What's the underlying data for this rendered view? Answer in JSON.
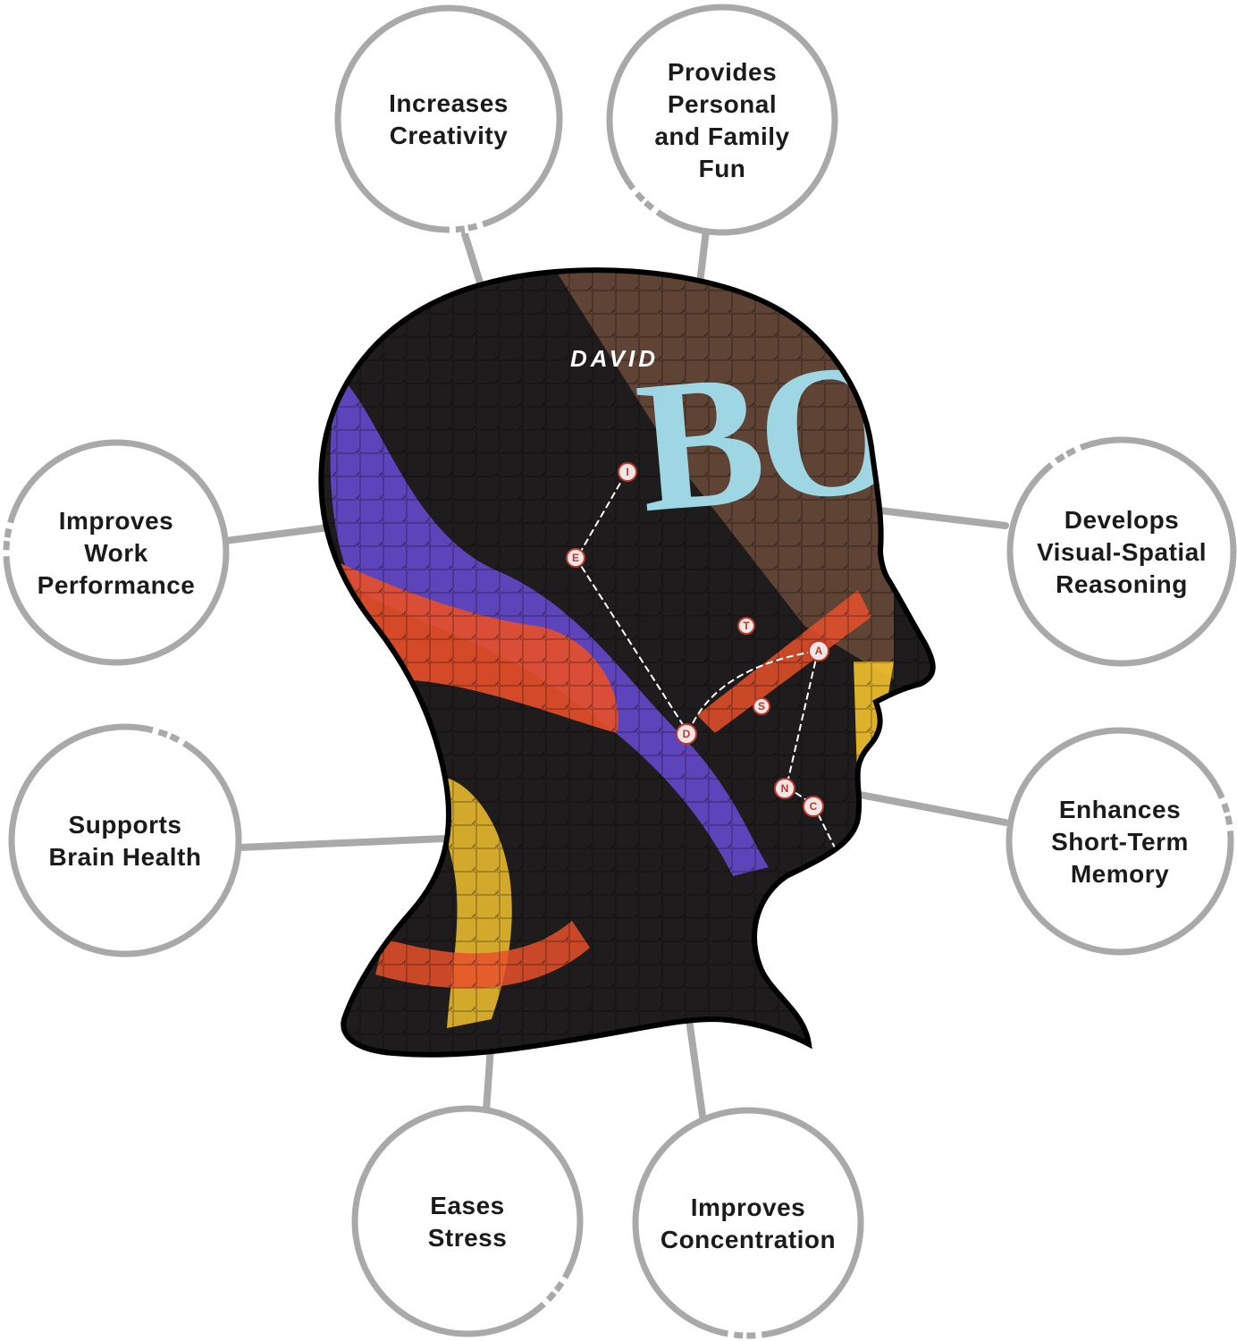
{
  "benefits": [
    {
      "id": "creativity",
      "lines": [
        "Increases",
        "Creativity"
      ]
    },
    {
      "id": "fun",
      "lines": [
        "Provides",
        "Personal",
        "and Family",
        "Fun"
      ]
    },
    {
      "id": "work",
      "lines": [
        "Improves",
        "Work",
        "Performance"
      ]
    },
    {
      "id": "visual",
      "lines": [
        "Develops",
        "Visual-Spatial",
        "Reasoning"
      ]
    },
    {
      "id": "brain",
      "lines": [
        "Supports",
        "Brain Health"
      ]
    },
    {
      "id": "memory",
      "lines": [
        "Enhances",
        "Short-Term",
        "Memory"
      ]
    },
    {
      "id": "stress",
      "lines": [
        "Eases",
        "Stress"
      ]
    },
    {
      "id": "concentration",
      "lines": [
        "Improves",
        "Concentration"
      ]
    }
  ],
  "puzzle_art": {
    "wordmark_top": "DAVID",
    "wordmark_main": "BOW",
    "dot_letters": [
      "I",
      "E",
      "T",
      "A",
      "S",
      "D",
      "N",
      "C"
    ]
  },
  "colors": {
    "ring": "#a9a9a9",
    "head_fill": "#1e1c1c",
    "head_outline": "#000000",
    "wordmark": "#9fd6e3",
    "purple": "#6a4bd6",
    "orange": "#e8502a",
    "yellow": "#f3c22e"
  }
}
